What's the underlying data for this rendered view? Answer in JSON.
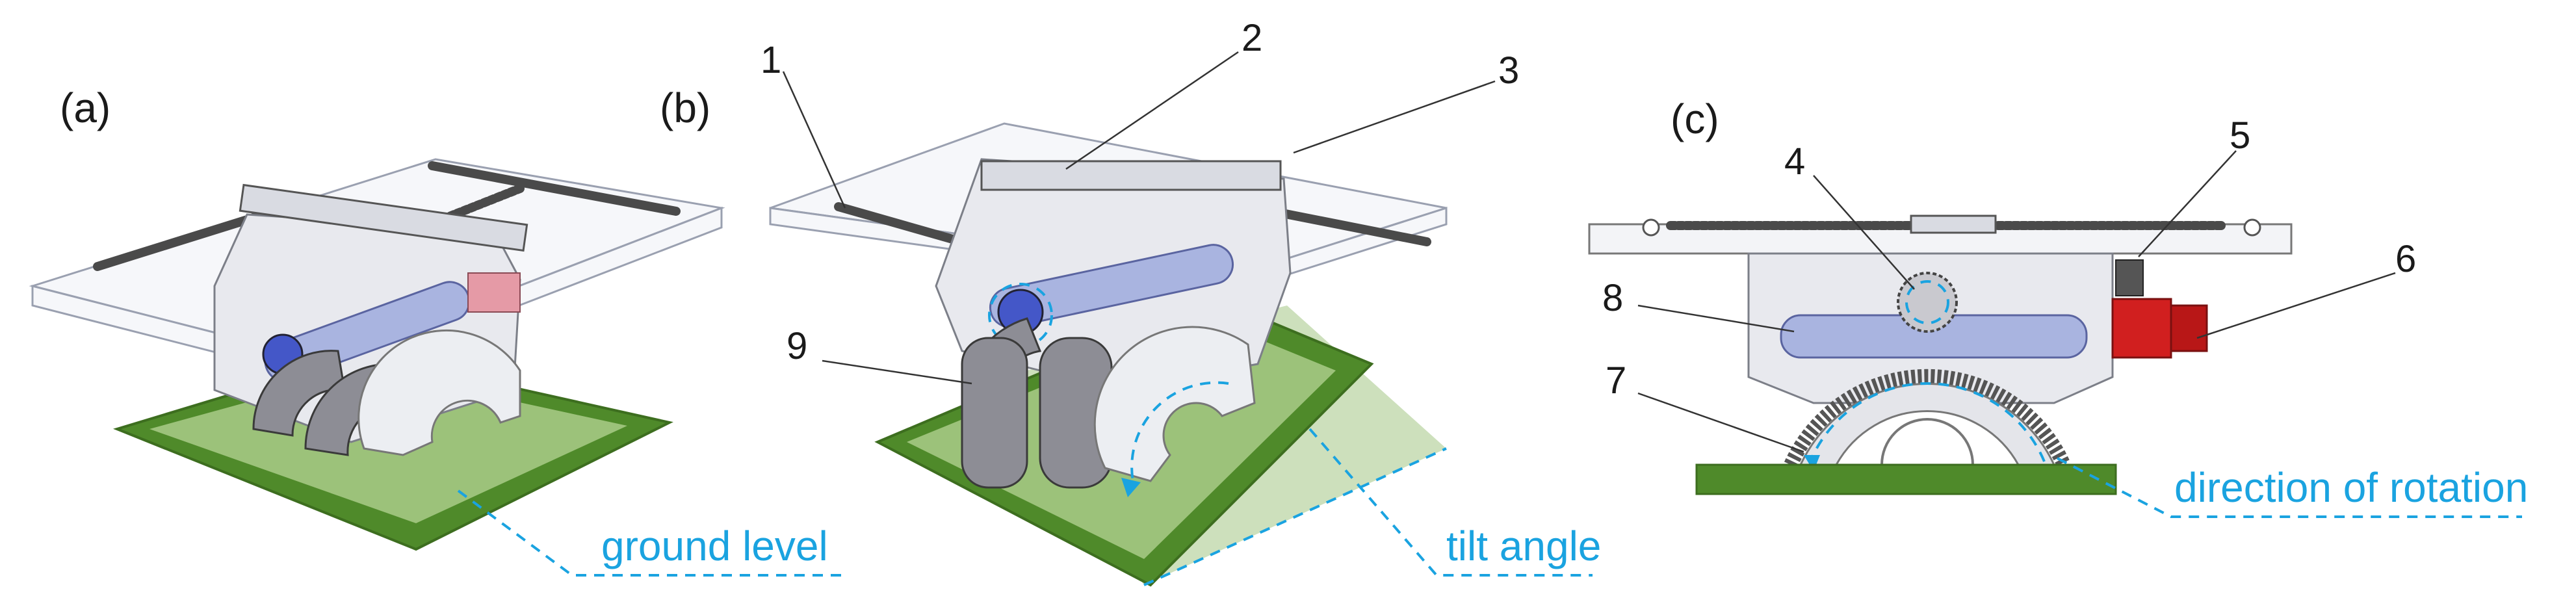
{
  "panels": {
    "a": "(a)",
    "b": "(b)",
    "c": "(c)"
  },
  "part_numbers": [
    "1",
    "2",
    "3",
    "4",
    "5",
    "6",
    "7",
    "8",
    "9"
  ],
  "annotations": {
    "ground_level": "ground level",
    "tilt_angle": "tilt angle",
    "direction_of_rotation": "direction of rotation"
  },
  "colors": {
    "annotation": "#1aa3e0",
    "ground_dark": "#4f8a2a",
    "ground_light": "#9cc27a",
    "motor": "#d11f1f",
    "shaft": "#a9b4e0"
  }
}
